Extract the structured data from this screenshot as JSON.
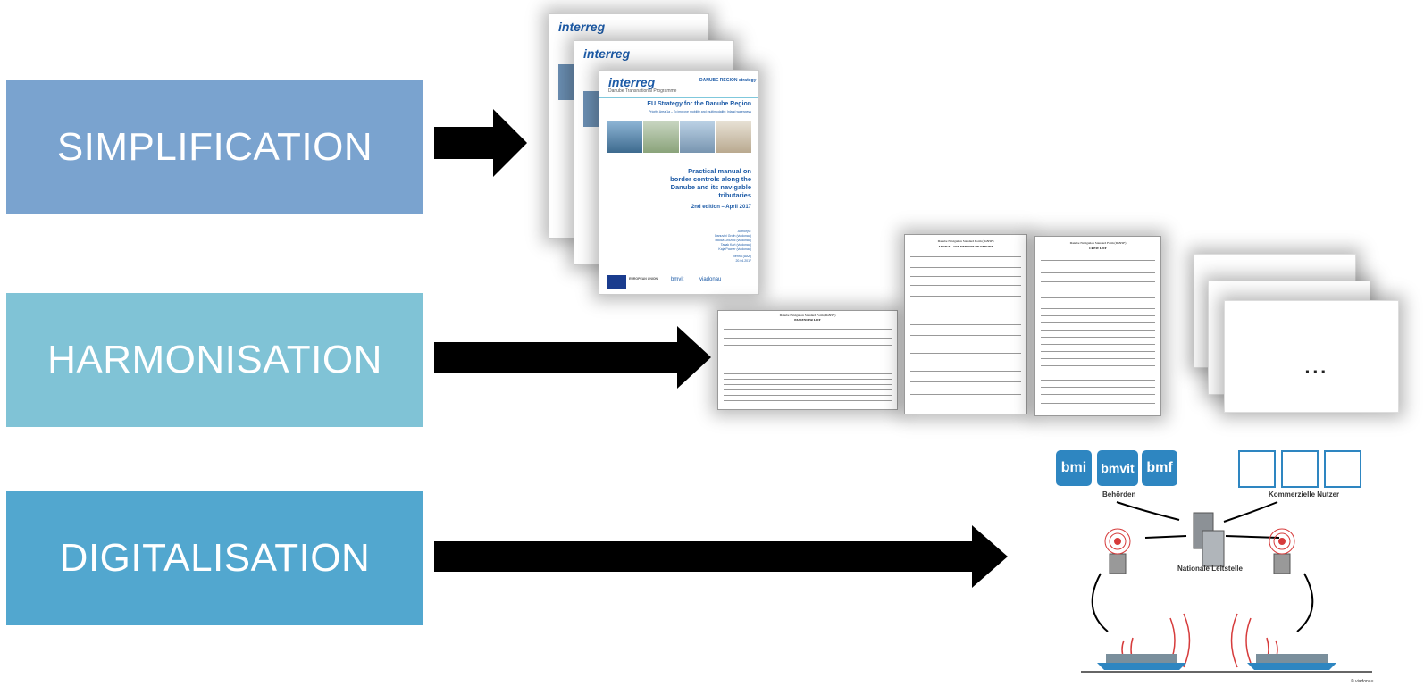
{
  "rows": [
    {
      "label": "SIMPLIFICATION",
      "color": "#7aa3cf"
    },
    {
      "label": "HARMONISATION",
      "color": "#80c3d6"
    },
    {
      "label": "DIGITALISATION",
      "color": "#52a7cf"
    }
  ],
  "brochure": {
    "logo": "interreg",
    "programme": "Danube Transnational Programme",
    "strategy_logo": "DANUBE REGION strategy",
    "strategy_title": "EU Strategy for the Danube Region",
    "priority": "Priority Area 1a – To improve mobility and multimodality: Inland waterways",
    "title_line1": "Practical manual on",
    "title_line2": "border controls along the",
    "title_line3": "Danube and its navigable",
    "title_line4": "tributaries",
    "edition": "2nd edition – April 2017",
    "authors_label": "Author(s):",
    "author1": "Danuvibi Grofn (viadonau)",
    "author2": "Mikica Grozdic (viadonau)",
    "author3": "Tanak Kart (viadonau)",
    "author4": "Kaja Pocner (viadonau)",
    "place_date": "Vienna (AAA)",
    "date": "20.04.2017",
    "footer_eu": "EUROPEAN UNION",
    "footer_logo1": "bmvit",
    "footer_logo2": "viadonau"
  },
  "forms": {
    "form1_title": "Danube Navigation Standard Form (DaNSF)",
    "form1_subtitle": "PASSENGER LIST",
    "form2_title": "Danube Navigation Standard Form (DaNSF)",
    "form2_subtitle": "ARRIVAL AND DEPARTURE REPORT",
    "form3_title": "Danube Navigation Standard Form (DaNSF)",
    "form3_subtitle": "CREW LIST",
    "more": "..."
  },
  "diagram": {
    "authority1": "bmi",
    "authority2": "bmvit",
    "authority3": "bmf",
    "authorities_label": "Behörden",
    "users_label": "Kommerzielle Nutzer",
    "center_label": "Nationale Leitstelle",
    "credit": "© viadonau"
  }
}
